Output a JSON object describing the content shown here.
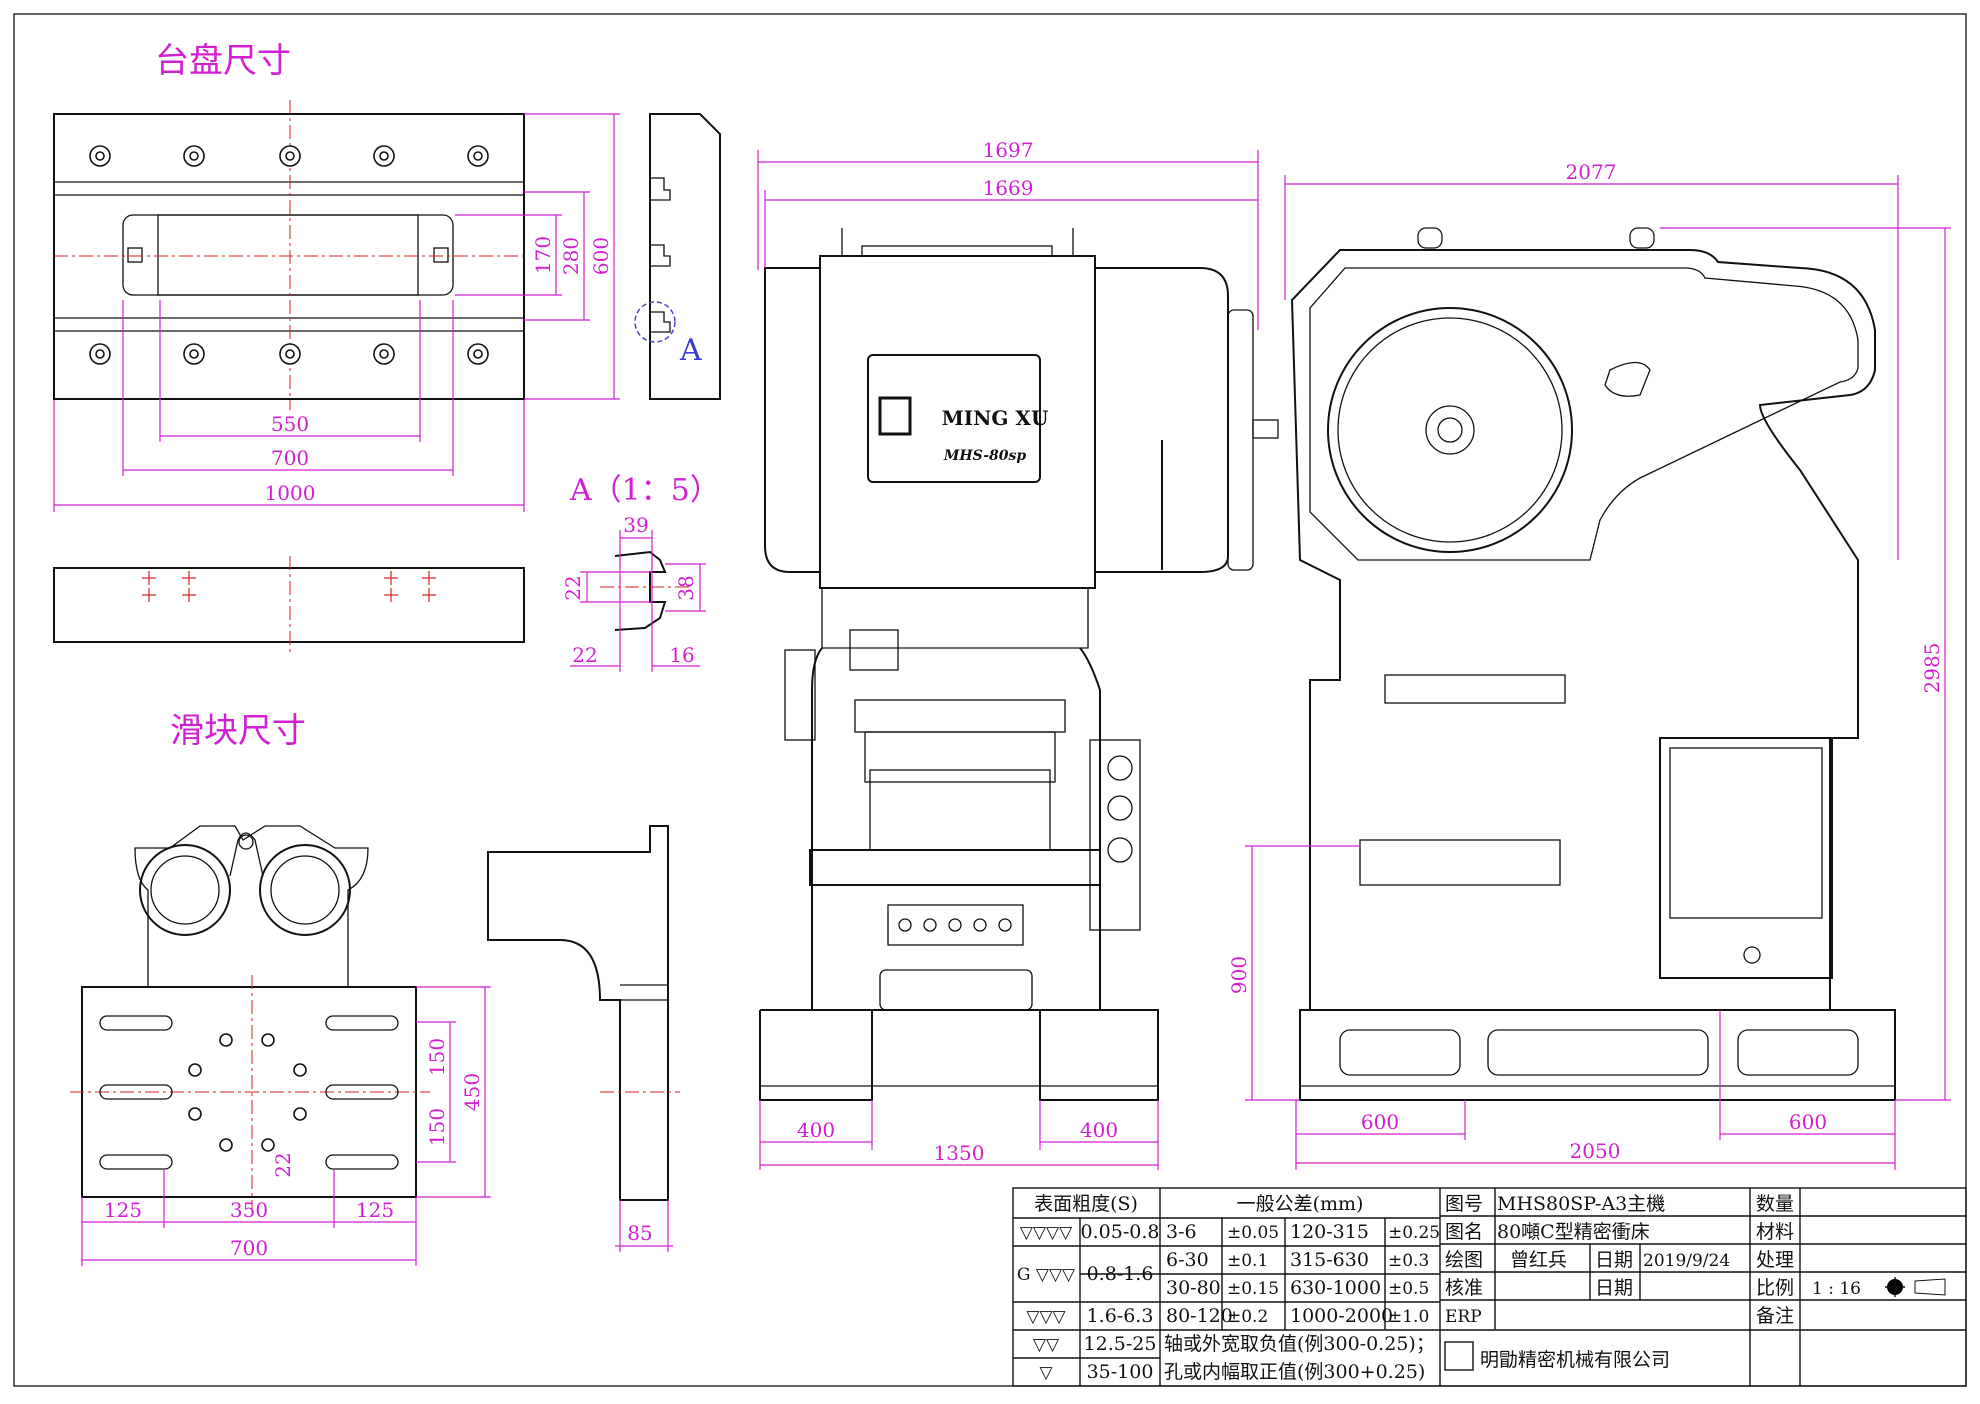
{
  "views": {
    "table_title": "台盘尺寸",
    "slide_title": "滑块尺寸",
    "detail_label": "A",
    "detail_title": "A（1：5）",
    "logo_text": "MING XU",
    "model_badge": "MHS-80sp"
  },
  "dimensions": {
    "table": {
      "w550": "550",
      "w700": "700",
      "w1000": "1000",
      "h170": "170",
      "h280": "280",
      "h600": "600"
    },
    "detail": {
      "d39": "39",
      "d22a": "22",
      "d38": "38",
      "d22b": "22",
      "d16": "16"
    },
    "slide": {
      "d150a": "150",
      "d150b": "150",
      "d450": "450",
      "d22": "22",
      "d125a": "125",
      "d350": "350",
      "d125b": "125",
      "d700": "700",
      "d85": "85"
    },
    "front": {
      "w1697": "1697",
      "w1669": "1669",
      "b400a": "400",
      "b400b": "400",
      "b1350": "1350"
    },
    "side": {
      "w2077": "2077",
      "h2985": "2985",
      "h900": "900",
      "b600a": "600",
      "b600b": "600",
      "b2050": "2050"
    }
  },
  "title_block": {
    "roughness_header": "表面粗度(S)",
    "tolerance_header": "一般公差(mm)",
    "roughness_rows": [
      {
        "symbol": "▽▽▽▽",
        "value": "0.05-0.8"
      },
      {
        "symbol": "G ▽▽▽",
        "value": "0.8-1.6"
      },
      {
        "symbol": "▽▽▽",
        "value": "1.6-6.3"
      },
      {
        "symbol": "▽▽",
        "value": "12.5-25"
      },
      {
        "symbol": "▽",
        "value": "35-100"
      }
    ],
    "tolerance_rows": [
      {
        "r1": "3-6",
        "t1": "±0.05",
        "r2": "120-315",
        "t2": "±0.25"
      },
      {
        "r1": "6-30",
        "t1": "±0.1",
        "r2": "315-630",
        "t2": "±0.3"
      },
      {
        "r1": "30-80",
        "t1": "±0.15",
        "r2": "630-1000",
        "t2": "±0.5"
      },
      {
        "r1": "80-120",
        "t1": "±0.2",
        "r2": "1000-2000",
        "t2": "±1.0"
      }
    ],
    "note_shaft": "轴或外宽取负值(例300-0.25)；",
    "note_hole": "孔或内幅取正值(例300+0.25)",
    "drawing_no_label": "图号",
    "drawing_no": "MHS80SP-A3主機",
    "name_label": "图名",
    "name": "80噸C型精密衝床",
    "drawn_label": "绘图",
    "drawn_by": "曾红兵",
    "date_label": "日期",
    "date": "2019/9/24",
    "check_label": "核准",
    "check_date_label": "日期",
    "erp_label": "ERP",
    "company_logo": "M",
    "company": "明勖精密机械有限公司",
    "qty_label": "数量",
    "material_label": "材料",
    "process_label": "处理",
    "scale_label": "比例",
    "scale": "1 : 16",
    "remark_label": "备注"
  }
}
